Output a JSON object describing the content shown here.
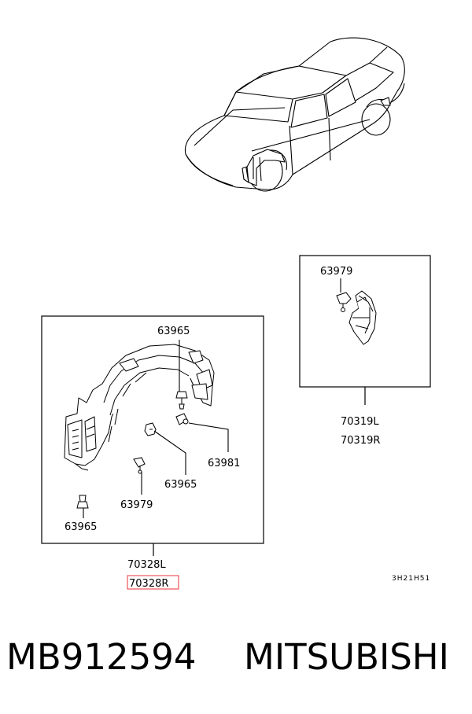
{
  "callouts": {
    "bolt_top": "63965",
    "nut_right": "63981",
    "bolt_mid": "63965",
    "clip_mid": "63979",
    "bolt_low": "63965",
    "clip_inset": "63979"
  },
  "assemblies": {
    "main_left": "70328L",
    "main_right": "70328R",
    "inset_left": "70319L",
    "inset_right": "70319R"
  },
  "highlight_color": "#e8333a",
  "drawing_code": "3H21H51",
  "part_number": "MB912594",
  "brand": "MITSUBISHI"
}
